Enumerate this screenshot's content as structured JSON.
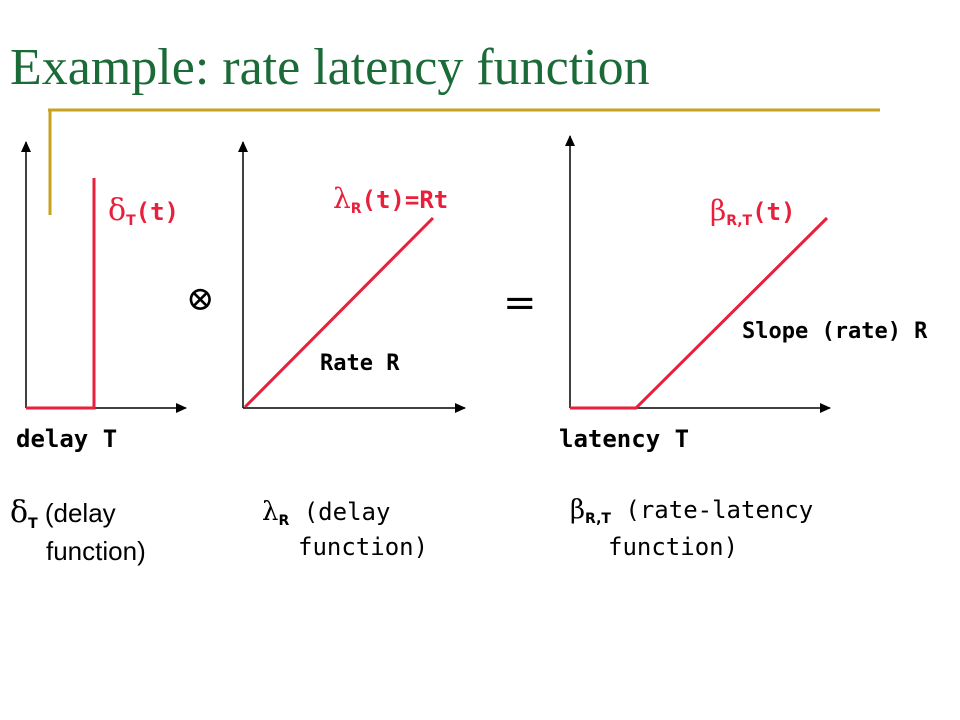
{
  "colors": {
    "title": "#1a6b37",
    "accent_bar": "#c8a21e",
    "curve": "#e8203c",
    "axis": "#000000",
    "text": "#000000"
  },
  "title": "Example: rate latency function",
  "operators": {
    "convolution": "⊗",
    "equals": "="
  },
  "panels": [
    {
      "curve_symbol": "δ",
      "curve_subscript": "T",
      "curve_suffix": "(t)",
      "axis_label": "delay T",
      "caption_symbol": "δ",
      "caption_subscript": "T",
      "caption_line1": " (delay",
      "caption_line2": "function)"
    },
    {
      "curve_symbol": "λ",
      "curve_subscript": "R",
      "curve_suffix": "(t)=Rt",
      "inner_label": "Rate R",
      "caption_symbol": "λ",
      "caption_subscript": "R",
      "caption_line1": " (delay",
      "caption_line2": "function)"
    },
    {
      "curve_symbol": "β",
      "curve_subscript": "R,T",
      "curve_suffix": "(t)",
      "inner_label": "Slope (rate) R",
      "axis_label": "latency T",
      "caption_symbol": "β",
      "caption_subscript": "R,T",
      "caption_line1": " (rate-latency",
      "caption_line2": "function)"
    }
  ]
}
